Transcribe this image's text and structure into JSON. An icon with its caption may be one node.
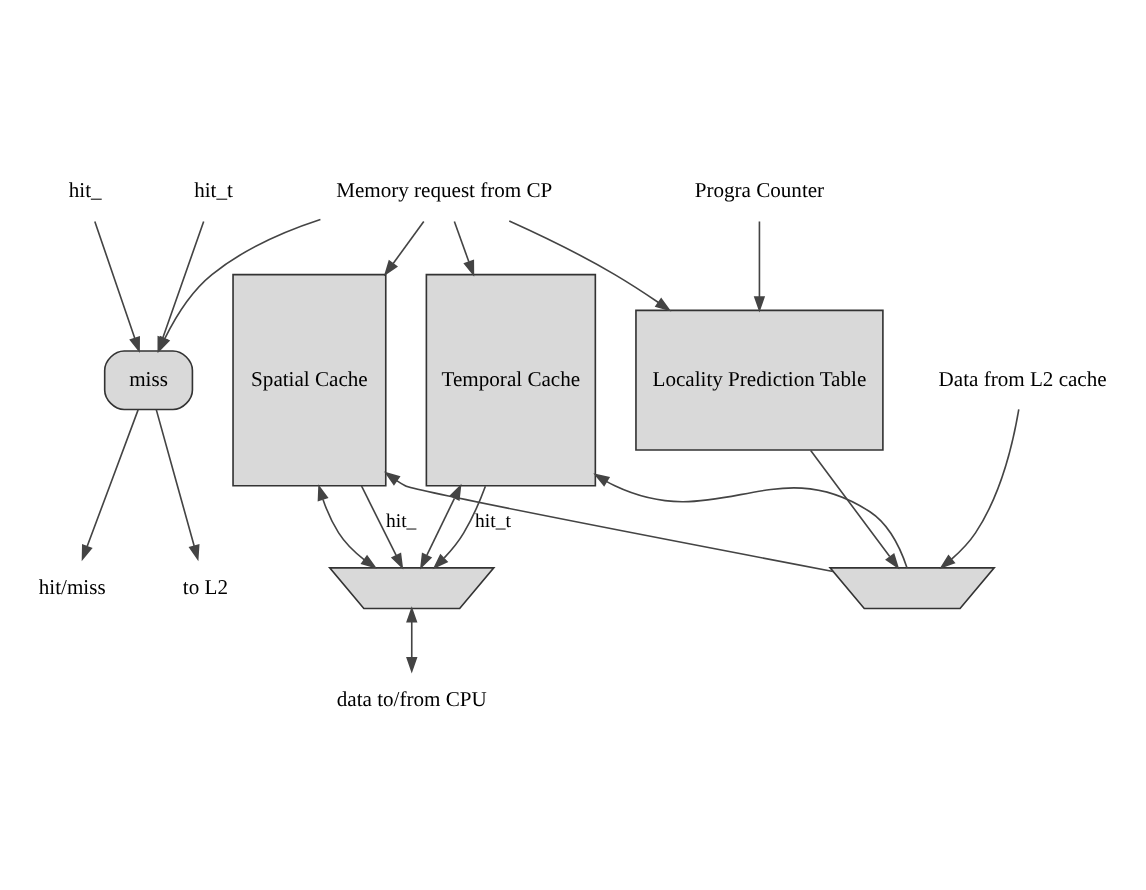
{
  "diagram": {
    "nodes": [
      {
        "text": [
          "Memory request from CP"
        ]
      },
      {
        "text": [
          "Progra Counter"
        ]
      },
      {
        "text": [
          "hit/miss"
        ]
      },
      {
        "text": [
          "to L2"
        ]
      },
      {
        "text": [
          "miss"
        ]
      },
      {
        "text": [
          "Spatial Cache"
        ]
      },
      {
        "text": [
          "Temporal Cache"
        ]
      },
      {
        "text": [
          "Locality Prediction Table"
        ]
      },
      {
        "text": [
          "hit_"
        ]
      },
      {
        "text": [
          "hit_t"
        ]
      },
      {
        "text": [],
        "shape": "trapezoid"
      },
      {
        "text": [],
        "shape": "trapezoid"
      },
      {
        "text": [
          "Data from L2 cache"
        ]
      },
      {
        "text": [
          "data to/from CPU"
        ]
      }
    ],
    "edges": [
      {
        "from": 0,
        "to": 5,
        "arrow": "to"
      },
      {
        "from": 0,
        "to": 6,
        "arrow": "to"
      },
      {
        "from": 0,
        "to": 4,
        "arrow": "to"
      },
      {
        "from": 0,
        "to": 7,
        "arrow": "to"
      },
      {
        "from": 1,
        "to": 7,
        "arrow": "to"
      },
      {
        "from": 4,
        "to": 2,
        "arrow": "to"
      },
      {
        "from": 4,
        "to": 3,
        "arrow": "to"
      },
      {
        "from": 8,
        "to": 4,
        "arrow": "to"
      },
      {
        "from": 9,
        "to": 4,
        "arrow": "to"
      },
      {
        "from": 5,
        "to": 10,
        "arrow": "both"
      },
      {
        "from": 6,
        "to": 10,
        "arrow": "both"
      },
      {
        "from": 5,
        "to": 10,
        "arrow": "to",
        "label": "hit_"
      },
      {
        "from": 6,
        "to": 10,
        "arrow": "to",
        "label": "hit_t"
      },
      {
        "from": 10,
        "to": 13,
        "arrow": "both"
      },
      {
        "from": 7,
        "to": 11,
        "arrow": "to"
      },
      {
        "from": 12,
        "to": 11,
        "arrow": "to"
      },
      {
        "from": 11,
        "to": 5,
        "arrow": "to"
      },
      {
        "from": 11,
        "to": 6,
        "arrow": "to"
      }
    ]
  }
}
